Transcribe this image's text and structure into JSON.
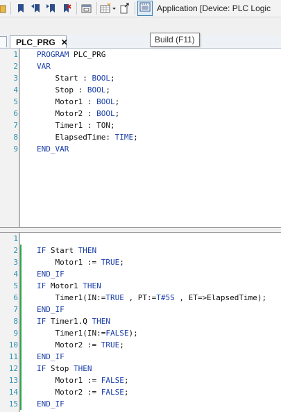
{
  "toolbar": {
    "icons": [
      "folder-icon",
      "bookmark-icon",
      "prev-bookmark-icon",
      "next-bookmark-icon",
      "clear-bookmark-icon",
      "window-icon",
      "grid-dropdown-icon",
      "export-icon",
      "build-icon"
    ],
    "title": "Application [Device: PLC Logic"
  },
  "tooltip": {
    "text": "Build (F11)"
  },
  "tab": {
    "label": "PLC_PRG",
    "close": "✕"
  },
  "declaration": {
    "lines": [
      {
        "n": "1",
        "tokens": [
          {
            "t": "PROGRAM",
            "c": "kw"
          },
          {
            "t": " PLC_PRG",
            "c": ""
          }
        ]
      },
      {
        "n": "2",
        "tokens": [
          {
            "t": "VAR",
            "c": "kw"
          }
        ]
      },
      {
        "n": "3",
        "tokens": [
          {
            "t": "    Start : ",
            "c": ""
          },
          {
            "t": "BOOL",
            "c": "ty"
          },
          {
            "t": ";",
            "c": ""
          }
        ]
      },
      {
        "n": "4",
        "tokens": [
          {
            "t": "    Stop : ",
            "c": ""
          },
          {
            "t": "BOOL",
            "c": "ty"
          },
          {
            "t": ";",
            "c": ""
          }
        ]
      },
      {
        "n": "5",
        "tokens": [
          {
            "t": "    Motor1 : ",
            "c": ""
          },
          {
            "t": "BOOL",
            "c": "ty"
          },
          {
            "t": ";",
            "c": ""
          }
        ]
      },
      {
        "n": "6",
        "tokens": [
          {
            "t": "    Motor2 : ",
            "c": ""
          },
          {
            "t": "BOOL",
            "c": "ty"
          },
          {
            "t": ";",
            "c": ""
          }
        ]
      },
      {
        "n": "7",
        "tokens": [
          {
            "t": "    Timer1 : TON;",
            "c": ""
          }
        ]
      },
      {
        "n": "8",
        "tokens": [
          {
            "t": "    ElapsedTime: ",
            "c": ""
          },
          {
            "t": "TIME",
            "c": "ty"
          },
          {
            "t": ";",
            "c": ""
          }
        ]
      },
      {
        "n": "9",
        "tokens": [
          {
            "t": "END_VAR",
            "c": "kw"
          }
        ]
      }
    ]
  },
  "implementation": {
    "lines": [
      {
        "n": "1",
        "tokens": []
      },
      {
        "n": "2",
        "tokens": [
          {
            "t": "IF",
            "c": "kw"
          },
          {
            "t": " Start ",
            "c": ""
          },
          {
            "t": "THEN",
            "c": "kw"
          }
        ]
      },
      {
        "n": "3",
        "tokens": [
          {
            "t": "    Motor1 := ",
            "c": ""
          },
          {
            "t": "TRUE",
            "c": "lit"
          },
          {
            "t": ";",
            "c": ""
          }
        ]
      },
      {
        "n": "4",
        "tokens": [
          {
            "t": "END_IF",
            "c": "kw"
          }
        ]
      },
      {
        "n": "5",
        "tokens": [
          {
            "t": "IF",
            "c": "kw"
          },
          {
            "t": " Motor1 ",
            "c": ""
          },
          {
            "t": "THEN",
            "c": "kw"
          }
        ]
      },
      {
        "n": "6",
        "tokens": [
          {
            "t": "    Timer1(IN:=",
            "c": ""
          },
          {
            "t": "TRUE",
            "c": "lit"
          },
          {
            "t": " , PT:=",
            "c": ""
          },
          {
            "t": "T#5S",
            "c": "lit"
          },
          {
            "t": " , ET=>ElapsedTime);",
            "c": ""
          }
        ]
      },
      {
        "n": "7",
        "tokens": [
          {
            "t": "END_IF",
            "c": "kw"
          }
        ]
      },
      {
        "n": "8",
        "tokens": [
          {
            "t": "IF",
            "c": "kw"
          },
          {
            "t": " Timer1.Q ",
            "c": ""
          },
          {
            "t": "THEN",
            "c": "kw"
          }
        ]
      },
      {
        "n": "9",
        "tokens": [
          {
            "t": "    Timer1(IN:=",
            "c": ""
          },
          {
            "t": "FALSE",
            "c": "lit"
          },
          {
            "t": ");",
            "c": ""
          }
        ]
      },
      {
        "n": "10",
        "tokens": [
          {
            "t": "    Motor2 := ",
            "c": ""
          },
          {
            "t": "TRUE",
            "c": "lit"
          },
          {
            "t": ";",
            "c": ""
          }
        ]
      },
      {
        "n": "11",
        "tokens": [
          {
            "t": "END_IF",
            "c": "kw"
          }
        ]
      },
      {
        "n": "12",
        "tokens": [
          {
            "t": "IF",
            "c": "kw"
          },
          {
            "t": " Stop ",
            "c": ""
          },
          {
            "t": "THEN",
            "c": "kw"
          }
        ]
      },
      {
        "n": "13",
        "tokens": [
          {
            "t": "    Motor1 := ",
            "c": ""
          },
          {
            "t": "FALSE",
            "c": "lit"
          },
          {
            "t": ";",
            "c": ""
          }
        ]
      },
      {
        "n": "14",
        "tokens": [
          {
            "t": "    Motor2 := ",
            "c": ""
          },
          {
            "t": "FALSE",
            "c": "lit"
          },
          {
            "t": ";",
            "c": ""
          }
        ]
      },
      {
        "n": "15",
        "tokens": [
          {
            "t": "END_IF",
            "c": "kw"
          }
        ]
      }
    ]
  },
  "colors": {
    "keyword": "#1a3ea8",
    "line_number": "#2b91af",
    "modified_bar": "#2ea44f"
  }
}
